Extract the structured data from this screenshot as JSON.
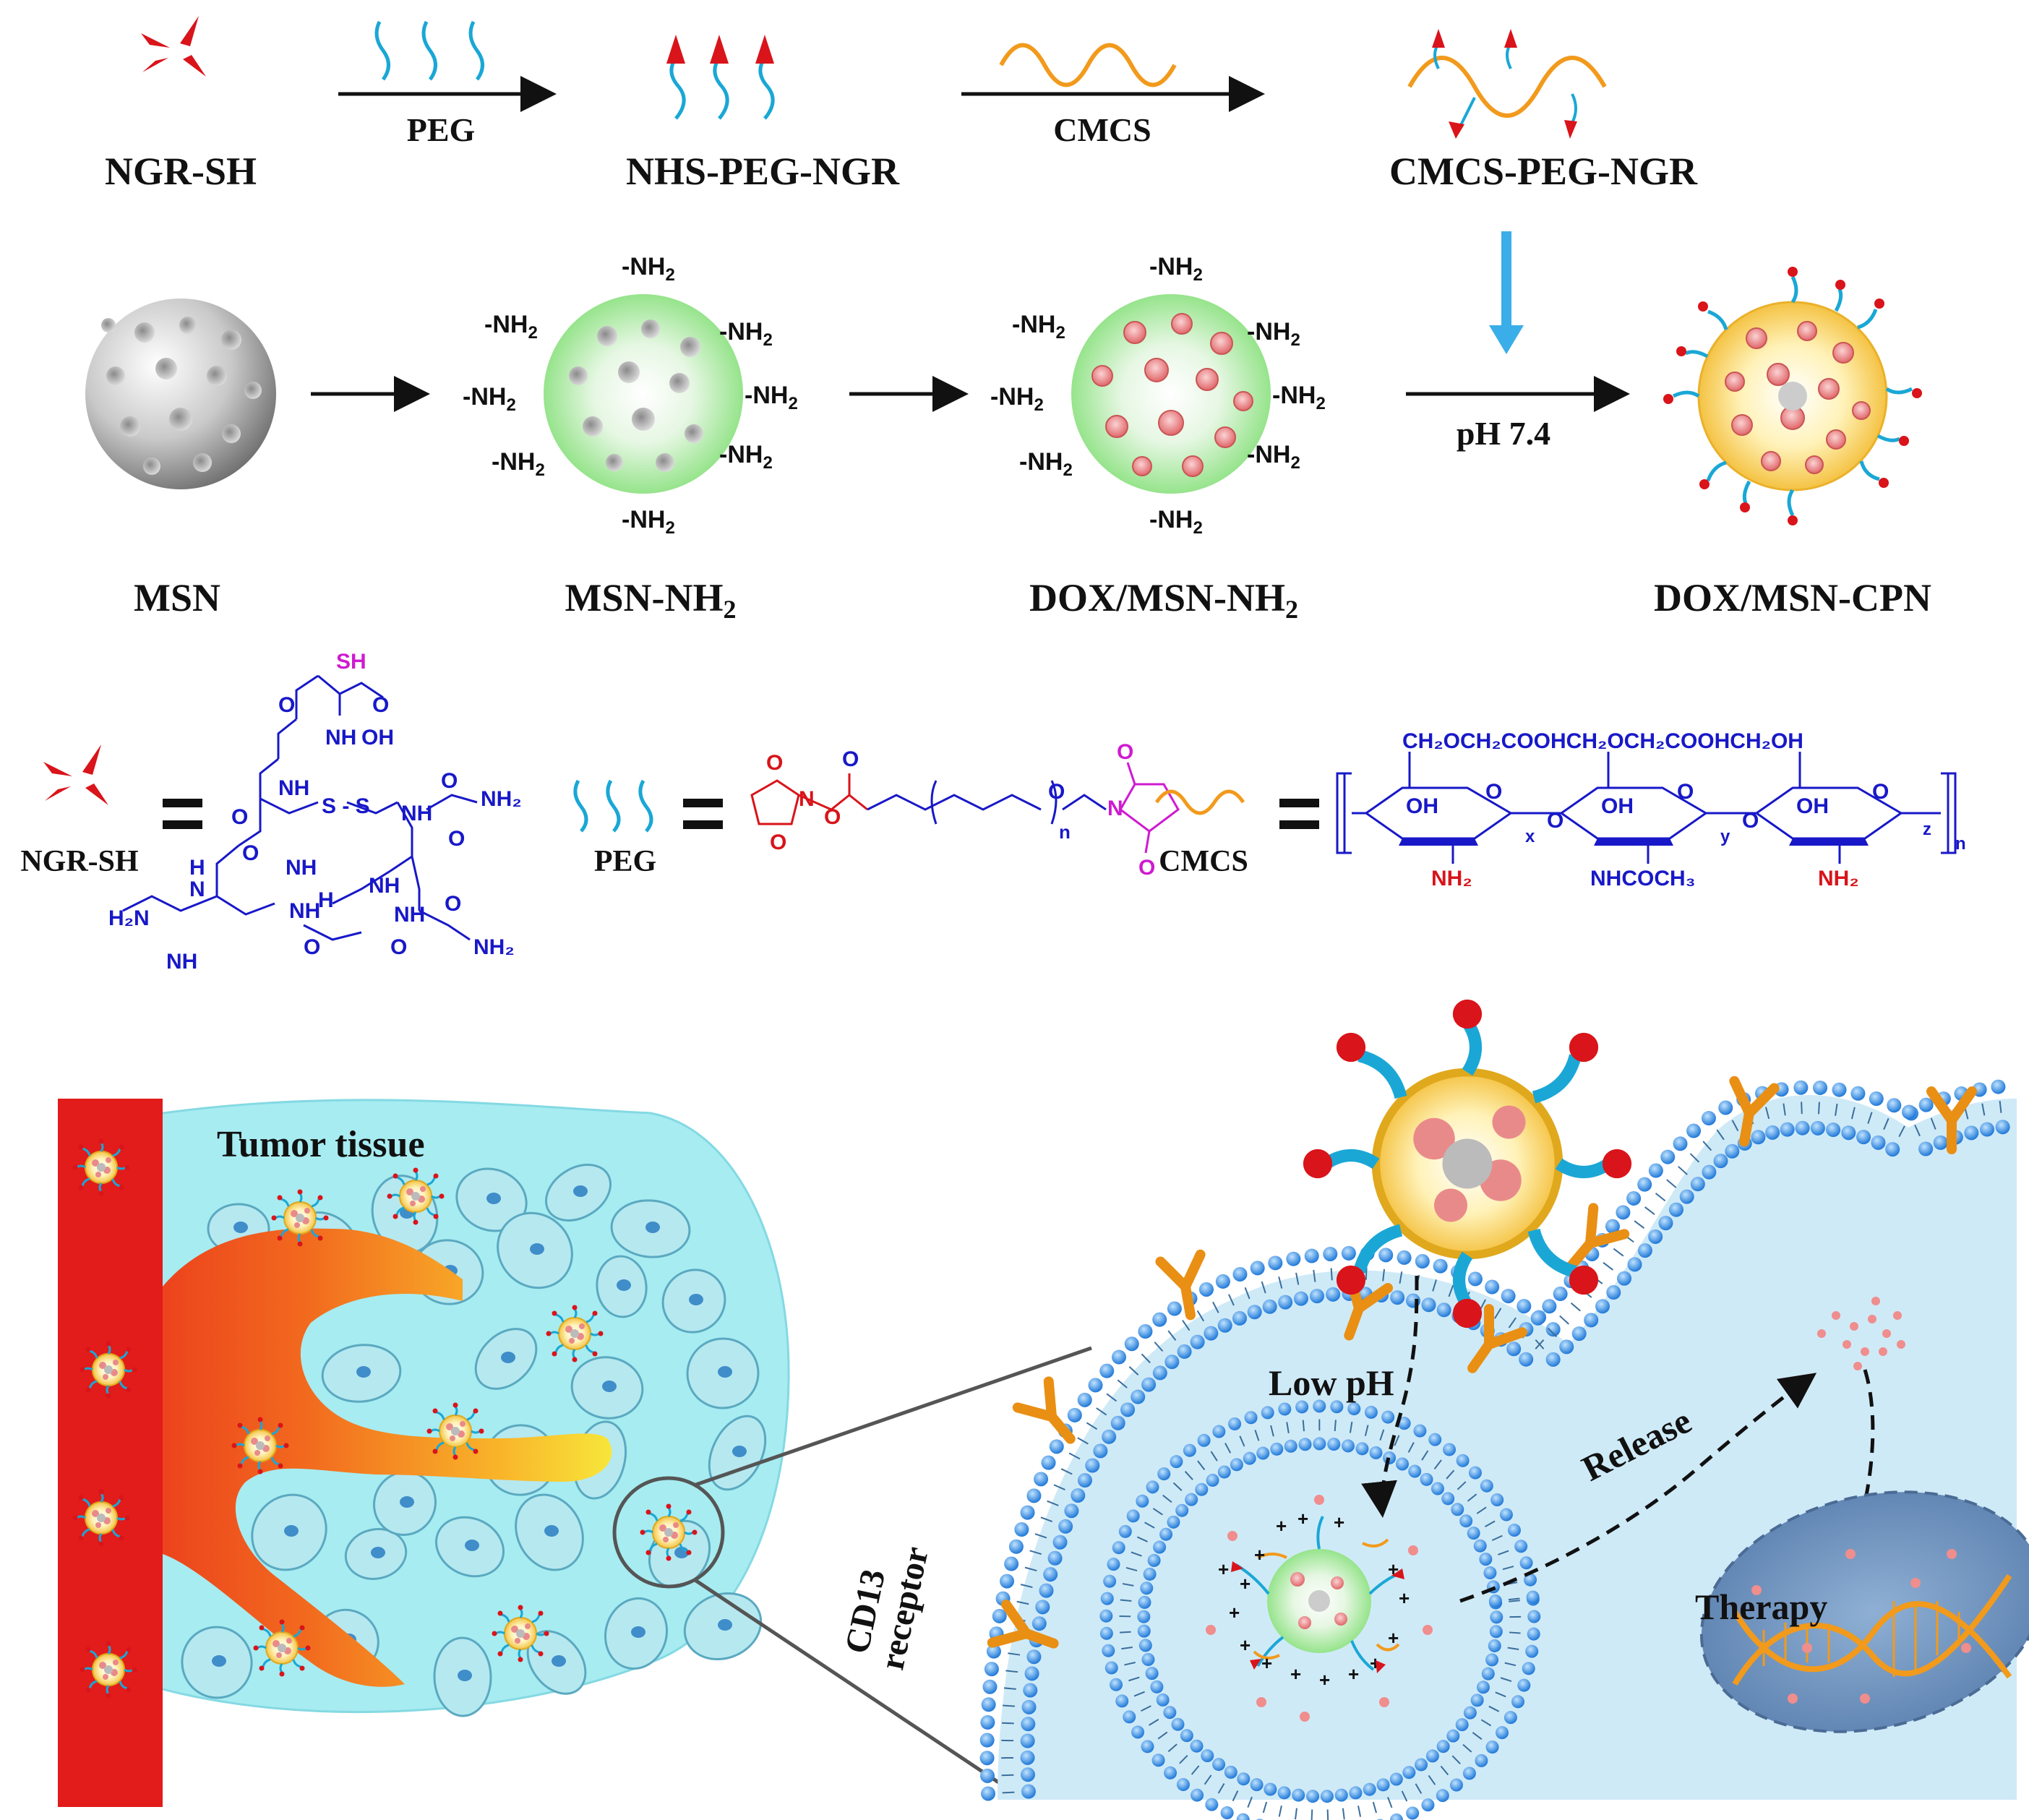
{
  "scheme": {
    "reagents": {
      "ngr": "NGR-SH",
      "nhs_peg_ngr": "NHS-PEG-NGR",
      "cmcs_peg_ngr": "CMCS-PEG-NGR",
      "peg_arrow": "PEG",
      "cmcs_arrow": "CMCS"
    },
    "particles": {
      "msn": "MSN",
      "msn_nh2_main": "MSN-NH",
      "msn_nh2_sub": "2",
      "dox_msn_nh2_main": "DOX/MSN-NH",
      "dox_msn_nh2_sub": "2",
      "dox_msn_cpn": "DOX/MSN-CPN",
      "ph_condition": "pH 7.4",
      "amine_label": "-NH",
      "amine_sub": "2"
    },
    "legend": {
      "ngr_label": "NGR-SH",
      "peg_label": "PEG",
      "cmcs_label": "CMCS",
      "ngr_atoms": {
        "sh": "SH",
        "oh": "OH",
        "o": "O",
        "nh": "NH",
        "ss": "S - S",
        "h2n": "H₂N",
        "nh2": "NH₂",
        "n": "N",
        "h": "H"
      },
      "peg_atoms": {
        "o": "O",
        "n": "N",
        "sub_n": "n"
      },
      "cmcs_atoms": {
        "top": "CH₂OCH₂COOHCH₂OCH₂COOHCH₂OH",
        "oh": "OH",
        "o": "O",
        "nh2": "NH₂",
        "nhcoch3": "NHCOCH₃",
        "x": "x",
        "y": "y",
        "z": "z",
        "n": "n"
      }
    }
  },
  "illustration": {
    "tumor_tissue": "Tumor tissue",
    "receptor_line1": "CD13",
    "receptor_line2": "receptor",
    "low_ph": "Low pH",
    "release": "Release",
    "therapy": "Therapy"
  },
  "colors": {
    "ngr_red": "#d9141a",
    "peg_cyan": "#1aa7d6",
    "cmcs_orange": "#f29a1c",
    "msn_gray": "#b9b9b9",
    "msn_green": "#a6ee9a",
    "cpn_gold": "#f7c740",
    "dox_pink": "#e98a8a",
    "vessel_red": "#e21b1b",
    "tissue_cyan": "#a7ecf1",
    "membrane_blue": "#2d87e0",
    "receptor_orange": "#e98f14",
    "nucleus_blue": "#4a7fb8",
    "chem_blue": "#1818c8",
    "chem_red": "#d8141a",
    "chem_magenta": "#d01ad0"
  }
}
